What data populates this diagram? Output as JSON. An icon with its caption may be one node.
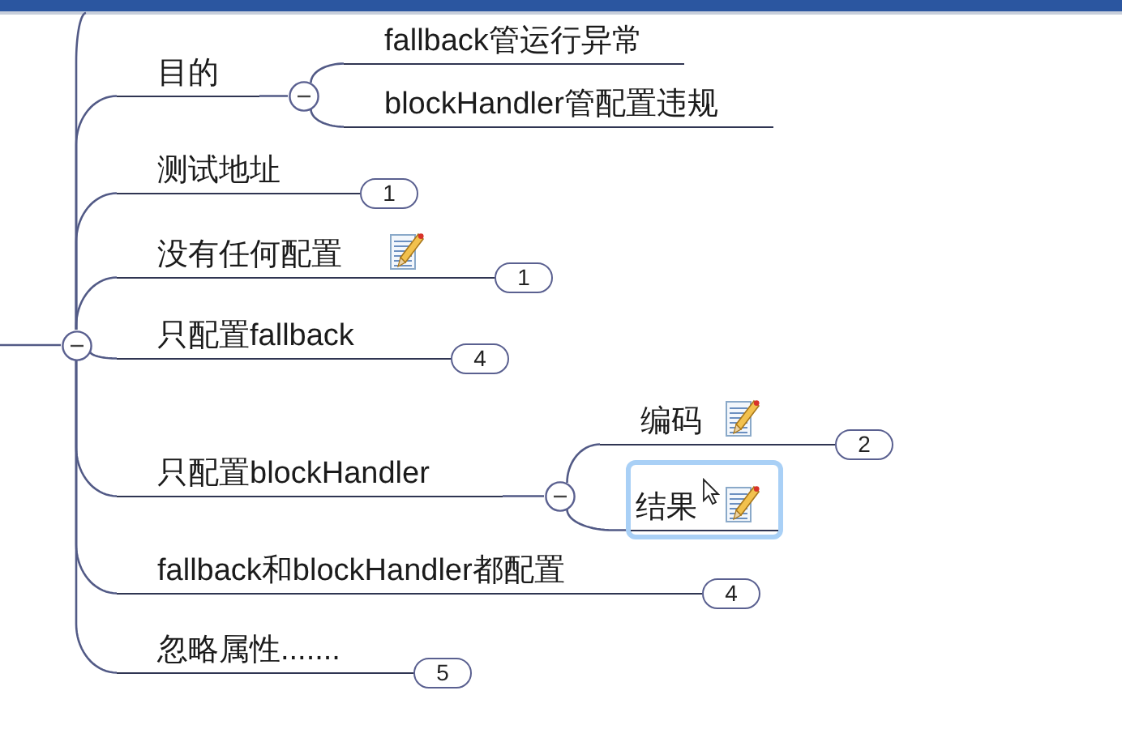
{
  "diagram": {
    "nodes": [
      {
        "text": [],
        "shape": "circle"
      },
      {
        "text": [
          "目的"
        ]
      },
      {
        "text": [],
        "shape": "circle"
      },
      {
        "text": [
          "fallback管运行异常"
        ]
      },
      {
        "text": [
          "blockHandler管配置违规"
        ]
      },
      {
        "text": [
          "测试地址"
        ],
        "beside": [
          "1"
        ]
      },
      {
        "text": [
          "没有任何配置"
        ],
        "beside": [
          "1"
        ]
      },
      {
        "text": [
          "只配置fallback"
        ],
        "beside": [
          "4"
        ]
      },
      {
        "text": [
          "只配置blockHandler"
        ]
      },
      {
        "text": [],
        "shape": "circle"
      },
      {
        "text": [
          "编码"
        ],
        "beside": [
          "2"
        ]
      },
      {
        "text": [
          "结果"
        ]
      },
      {
        "text": [
          "fallback和blockHandler都配置"
        ],
        "beside": [
          "4"
        ]
      },
      {
        "text": [
          "忽略属性......."
        ],
        "beside": [
          "5"
        ]
      }
    ],
    "edges": [
      {
        "from": null,
        "to": 0,
        "arrow": "none"
      },
      {
        "from": 0,
        "to": null,
        "arrow": "none"
      },
      {
        "from": 0,
        "to": 1,
        "arrow": "none"
      },
      {
        "from": 1,
        "to": 2,
        "arrow": "none"
      },
      {
        "from": 2,
        "to": 3,
        "arrow": "none"
      },
      {
        "from": 2,
        "to": 4,
        "arrow": "none"
      },
      {
        "from": 0,
        "to": 5,
        "arrow": "none"
      },
      {
        "from": 0,
        "to": 6,
        "arrow": "none"
      },
      {
        "from": 0,
        "to": 7,
        "arrow": "none"
      },
      {
        "from": 0,
        "to": 8,
        "arrow": "none"
      },
      {
        "from": 8,
        "to": 9,
        "arrow": "none"
      },
      {
        "from": 9,
        "to": 10,
        "arrow": "none"
      },
      {
        "from": 9,
        "to": 11,
        "arrow": "none"
      },
      {
        "from": 0,
        "to": 12,
        "arrow": "none"
      },
      {
        "from": 0,
        "to": 13,
        "arrow": "none"
      }
    ]
  }
}
